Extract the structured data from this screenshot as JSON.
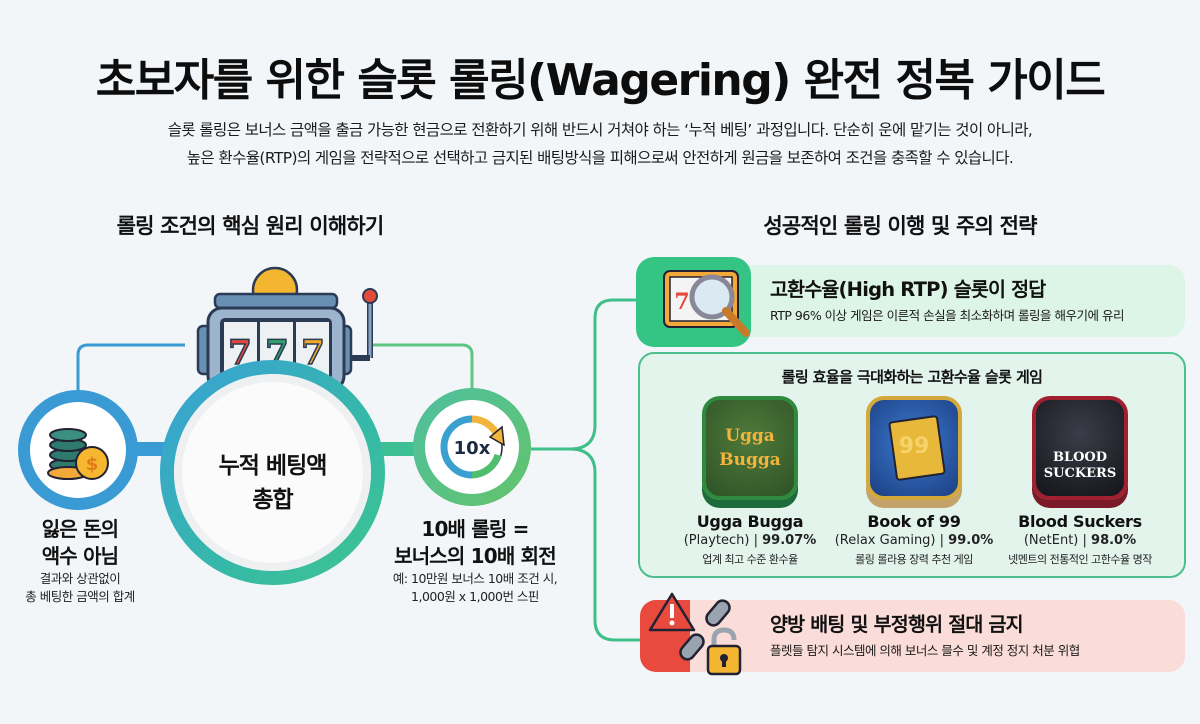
{
  "header": {
    "title": "초보자를 위한 슬롯 롤링(Wagering) 완전 정복 가이드",
    "intro_line1": "슬롯 롤링은 보너스 금액을 출금 가능한 현금으로 전환하기 위해 반드시 거쳐야 하는 ‘누적 베팅’ 과정입니다. 단순히 운에 맡기는 것이 아니라,",
    "intro_line2": "높은 환수율(RTP)의 게임을 전략적으로 선택하고 금지된 배팅방식을 피해으로써 안전하게 원금을 보존하여 조건을 충족할 수 있습니다."
  },
  "left": {
    "heading": "롤링 조건의 핵심 원리 이해하기",
    "slot_reels": [
      "7",
      "7",
      "7"
    ],
    "center": {
      "line1": "누적 베팅액",
      "line2": "총합"
    },
    "left_node": {
      "icon": "coin-stack-icon",
      "title_line1": "잃은 돈의",
      "title_line2": "액수 아님",
      "sub_line1": "결과와 상관없이",
      "sub_line2": "총 베팅한 금액의 합계"
    },
    "right_node": {
      "icon_label": "10x",
      "title_line1": "10배 롤링 =",
      "title_line2": "보너스의 10배 회전",
      "sub_line1": "예: 10만원 보너스 10배 조건 시,",
      "sub_line2": "1,000원 x 1,000번 스핀"
    }
  },
  "right": {
    "heading": "성공적인 롤링 이행 및 주의 전략",
    "rtp_card": {
      "title": "고환수율(High RTP) 슬롯이 정답",
      "sub": "RTP 96% 이상 게임은 이른적 손실을 최소화하며 롤링을 해우기에 유리"
    },
    "games_card": {
      "heading": "롤링 효율을 극대화하는 고환수율 슬롯 게임",
      "games": [
        {
          "name": "Ugga Bugga",
          "provider": "(Playtech)",
          "rtp": "99.07%",
          "desc": "업계 최고 수준 환수율",
          "icon_text": "Ugga Bugga"
        },
        {
          "name": "Book of 99",
          "provider": "(Relax Gaming)",
          "rtp": "99.0%",
          "desc": "롤링 롤라용 장력 추천 게임",
          "icon_text": "99"
        },
        {
          "name": "Blood Suckers",
          "provider": "(NetEnt)",
          "rtp": "98.0%",
          "desc": "넷멘트의 전통적인 고한수율 명작",
          "icon_text": "BLOOD SUCKERS"
        }
      ]
    },
    "ban_card": {
      "title": "양방 배팅 및 부정행위 절대 금지",
      "sub": "플렛들 탐지 시스템에 의해 보너스 믈수 및 계정 정지 처분 위협"
    }
  },
  "colors": {
    "blue": "#3a9bd4",
    "teal": "#35b9a8",
    "green": "#3fc48f",
    "rtp_bg": "#dcf5e7",
    "games_bg": "#e2f4ec",
    "ban_bg": "#fadcd8",
    "ban_red": "#e84a3e"
  }
}
